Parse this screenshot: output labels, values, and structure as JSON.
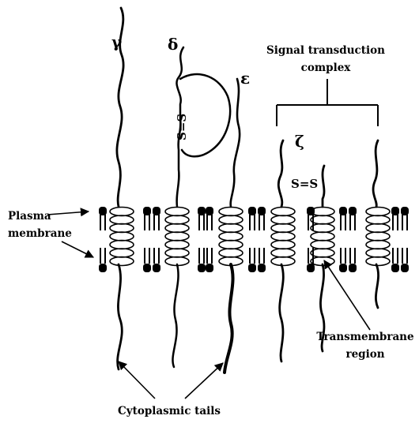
{
  "chains": {
    "gamma": "γ",
    "delta": "δ",
    "epsilon": "ε",
    "zeta": "ζ"
  },
  "disulfide_label": "S=S",
  "labels": {
    "signal_transduction_line1": "Signal transduction",
    "signal_transduction_line2": "complex",
    "plasma_membrane_line1": "Plasma",
    "plasma_membrane_line2": "membrane",
    "transmembrane_line1": "Transmembrane",
    "transmembrane_line2": "region",
    "cytoplasmic_tails": "Cytoplasmic tails"
  }
}
